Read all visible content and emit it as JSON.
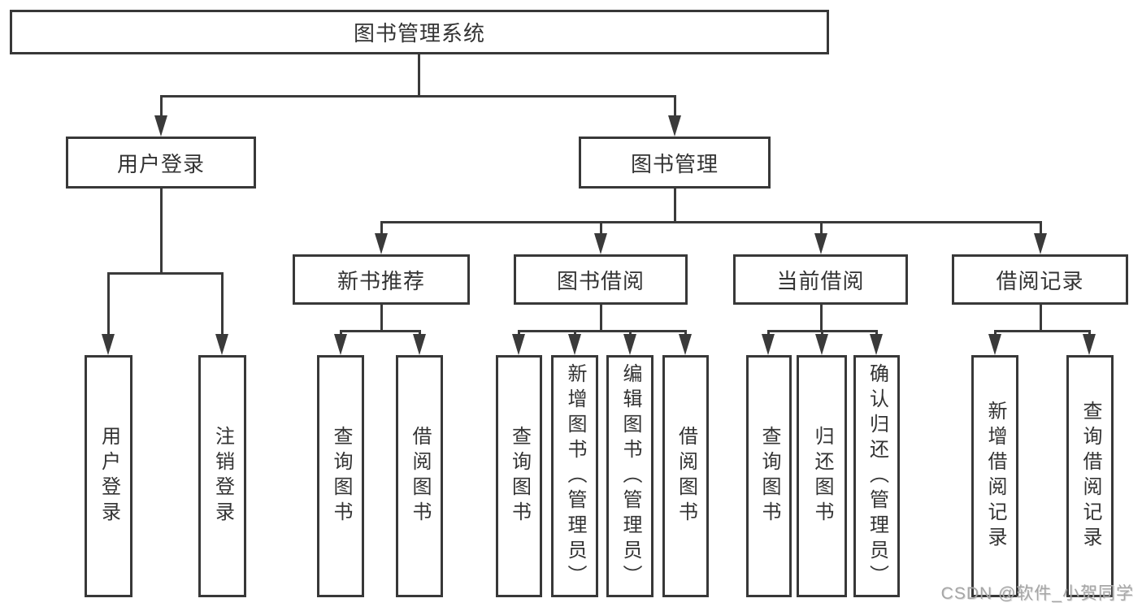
{
  "tree": {
    "root": {
      "label": "图书管理系统"
    },
    "level2": [
      {
        "label": "用户登录"
      },
      {
        "label": "图书管理"
      }
    ],
    "level3": [
      {
        "label": "新书推荐"
      },
      {
        "label": "图书借阅"
      },
      {
        "label": "当前借阅"
      },
      {
        "label": "借阅记录"
      }
    ],
    "leaves": {
      "user_login": [
        "用户登录",
        "注销登录"
      ],
      "new_book_recommend": [
        "查询图书",
        "借阅图书"
      ],
      "book_borrow": [
        "查询图书",
        "新增图书（管理员）",
        "编辑图书（管理员）",
        "借阅图书"
      ],
      "current_borrow": [
        "查询图书",
        "归还图书",
        "确认归还（管理员）"
      ],
      "borrow_records": [
        "新增借阅记录",
        "查询借阅记录"
      ]
    }
  },
  "watermark": "CSDN @软件_小贺同学",
  "colors": {
    "line": "#3a3a3a",
    "border": "#383838",
    "text": "#333333",
    "background": "#ffffff",
    "watermark": "#a6a6a6"
  }
}
